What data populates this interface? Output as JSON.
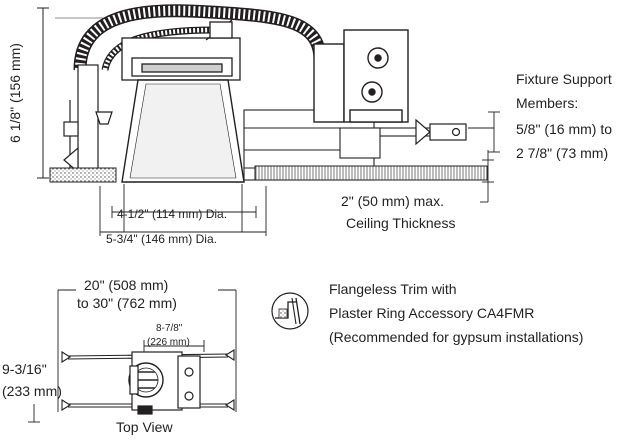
{
  "side_view": {
    "height_dim": "6 1/8\" (156 mm)",
    "support_title_1": "Fixture Support",
    "support_title_2": "Members:",
    "support_range_1": "5/8\" (16 mm) to",
    "support_range_2": "2 7/8\" (73 mm)",
    "ceiling_1": "2\" (50 mm) max.",
    "ceiling_2": "Ceiling Thickness",
    "inner_dia": "4-1/2\" (114 mm) Dia.",
    "outer_dia": "5-3/4\" (146 mm) Dia."
  },
  "top_view": {
    "width_1": "20\" (508 mm)",
    "width_2": "to 30\" (762 mm)",
    "box_dim_1": "8-7/8\"",
    "box_dim_2": "(226 mm)",
    "depth_1": "9-3/16\"",
    "depth_2": "(233 mm)",
    "caption": "Top View"
  },
  "trim_note": {
    "line_1": "Flangeless Trim with",
    "line_2": "Plaster Ring Accessory CA4FMR",
    "line_3": "(Recommended for gypsum installations)"
  }
}
